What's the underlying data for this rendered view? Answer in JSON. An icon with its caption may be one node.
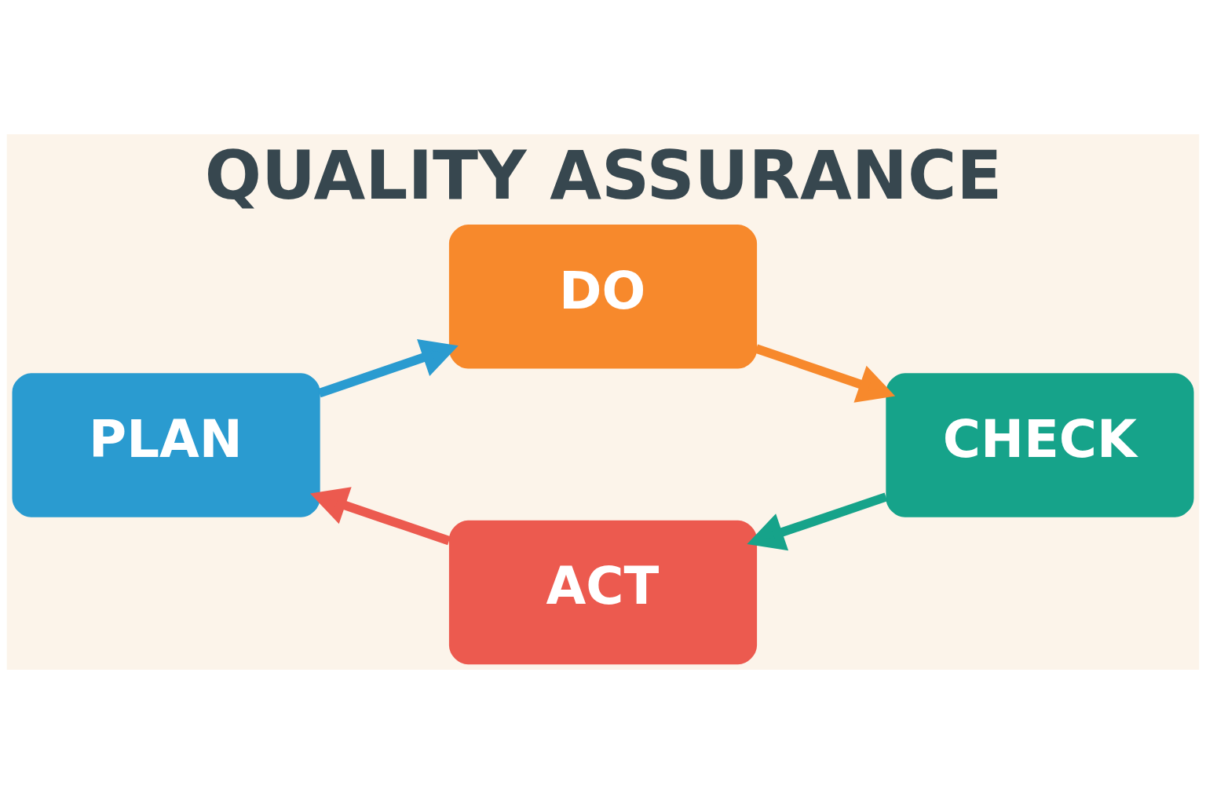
{
  "diagram": {
    "title": "QUALITY ASSURANCE",
    "nodes": [
      {
        "text": [
          "PLAN"
        ]
      },
      {
        "text": [
          "DO"
        ]
      },
      {
        "text": [
          "CHECK"
        ]
      },
      {
        "text": [
          "ACT"
        ]
      }
    ],
    "edges": [
      {
        "from": 0,
        "to": 1,
        "arrow": "to",
        "color": "#2a9bd0"
      },
      {
        "from": 1,
        "to": 2,
        "arrow": "to",
        "color": "#f7892c"
      },
      {
        "from": 2,
        "to": 3,
        "arrow": "to",
        "color": "#16a38a"
      },
      {
        "from": 3,
        "to": 0,
        "arrow": "to",
        "color": "#ec5a4f"
      }
    ]
  }
}
